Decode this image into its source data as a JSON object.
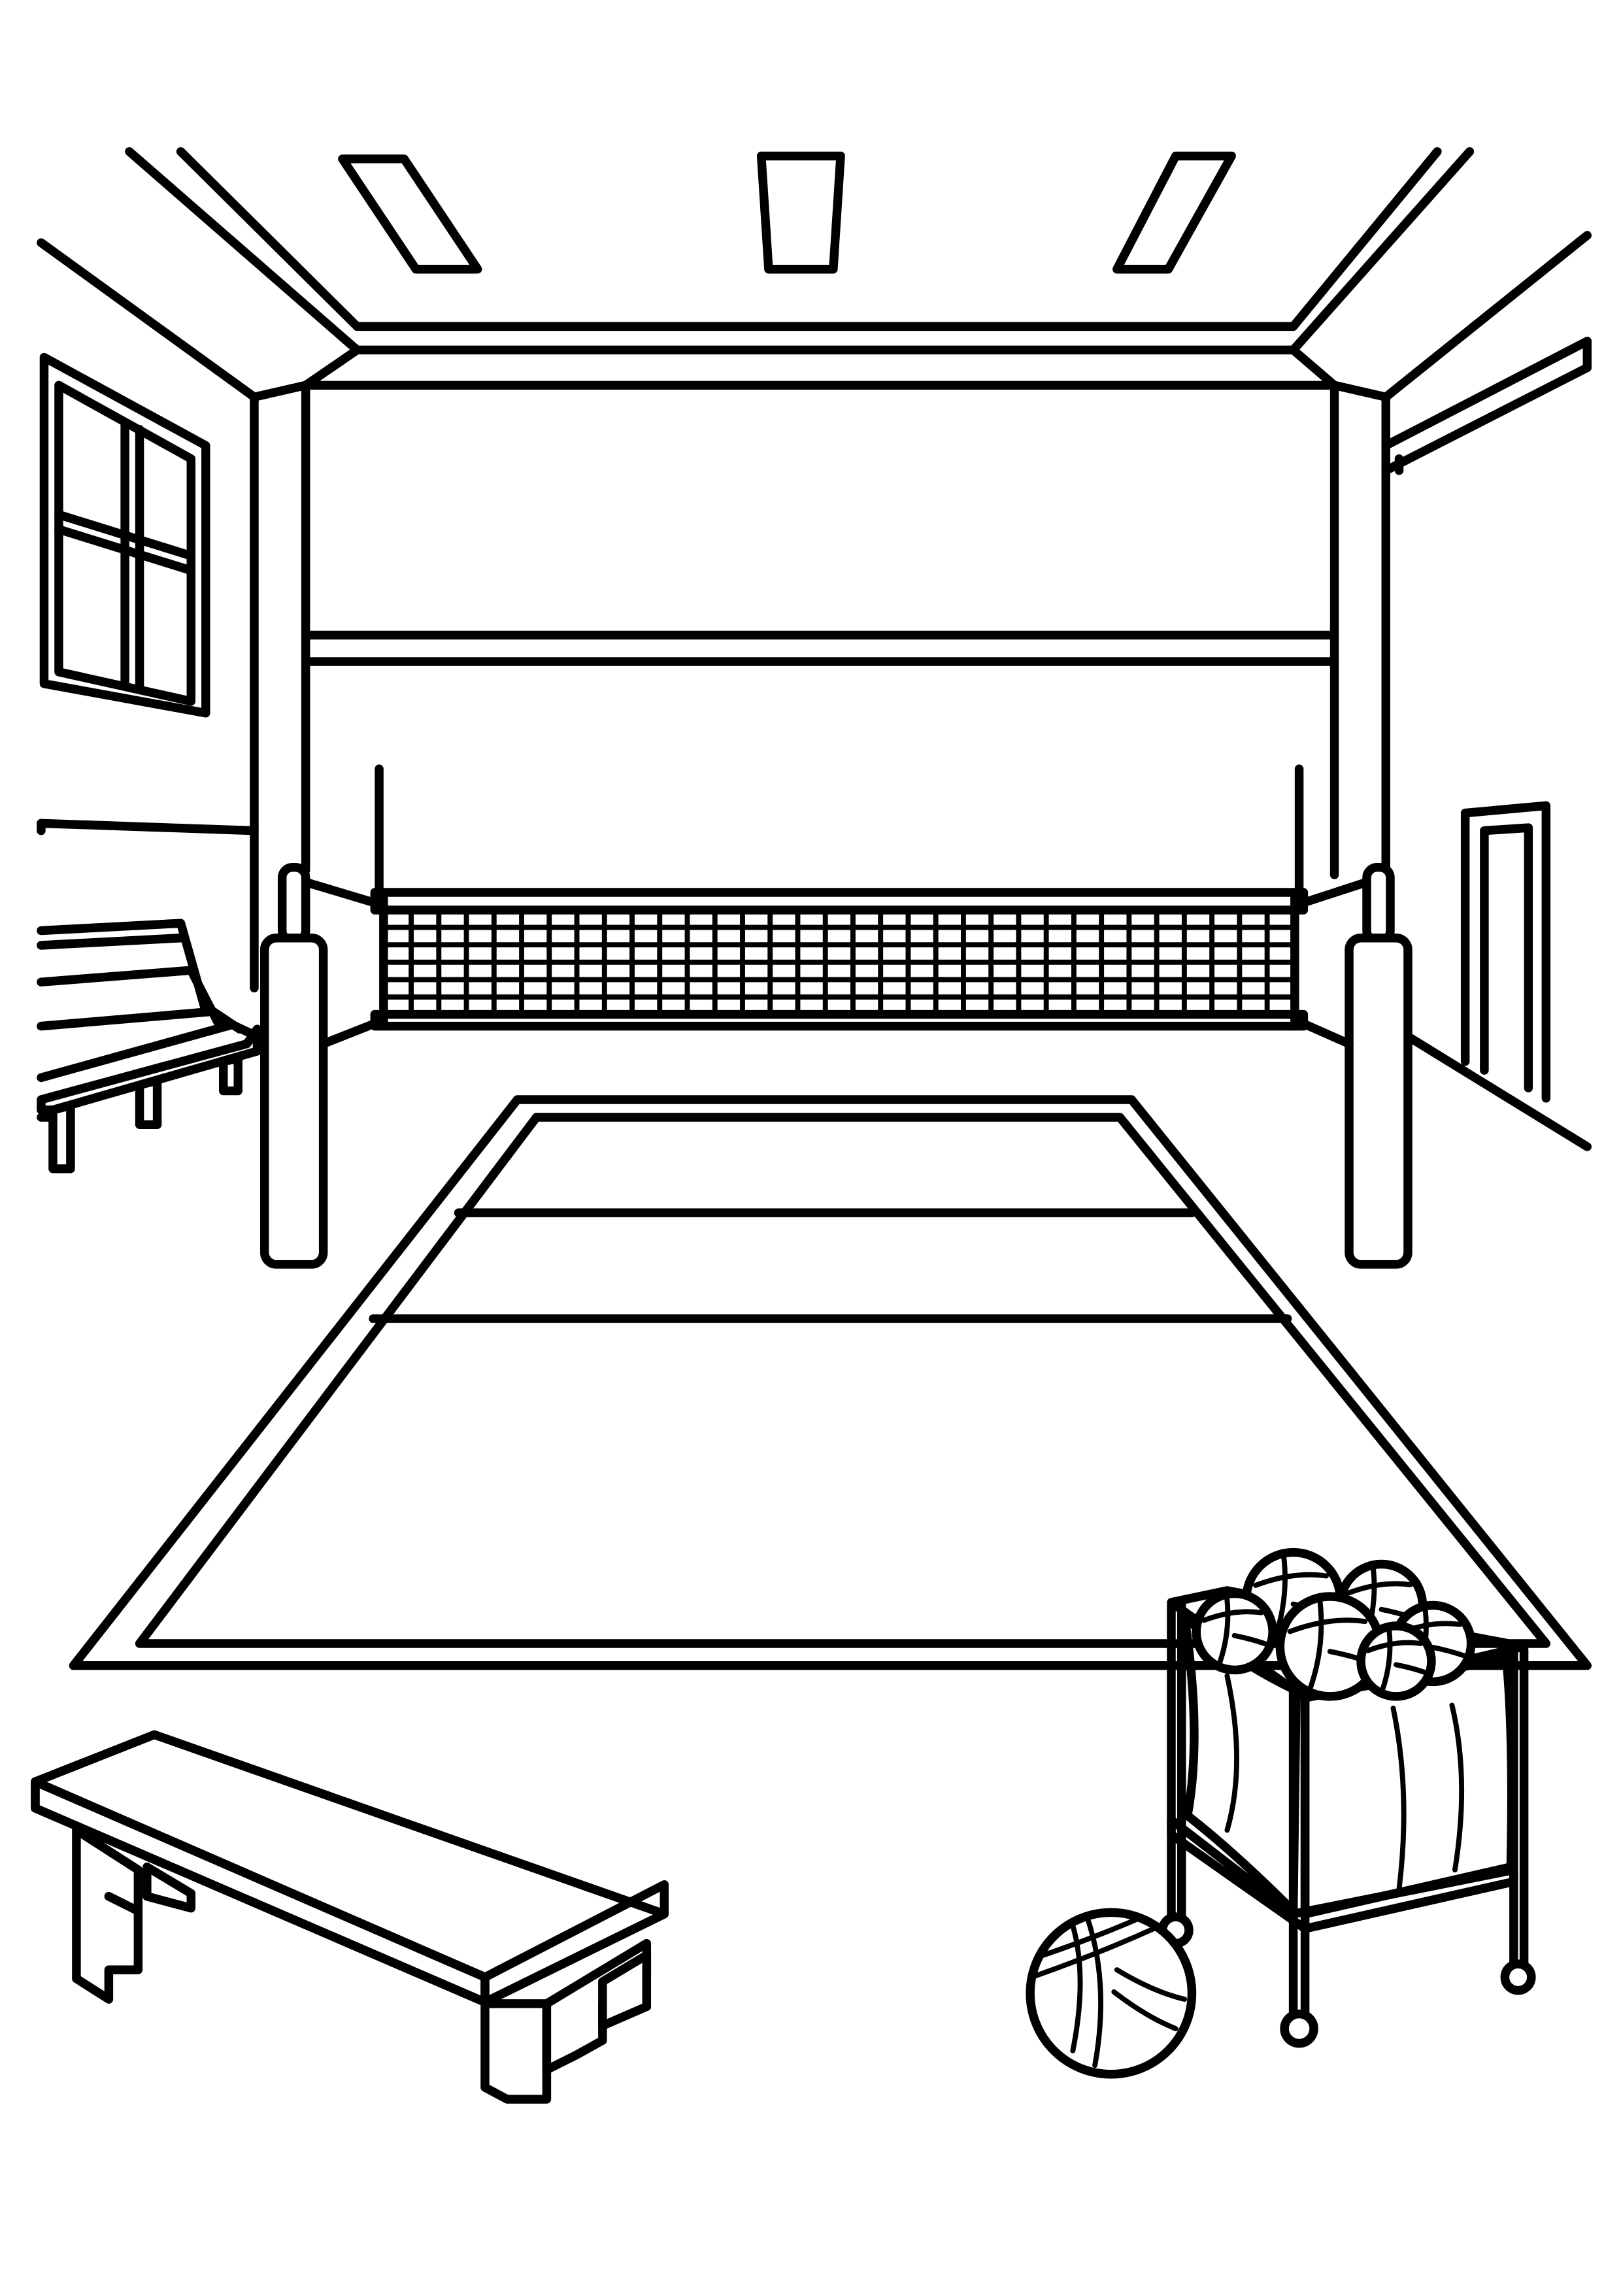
{
  "scene": {
    "background": "#ffffff",
    "line_color": "#000000",
    "net": {
      "columns": 33,
      "rows": 6
    },
    "ball_bin": {
      "balls_visible": 6
    }
  }
}
